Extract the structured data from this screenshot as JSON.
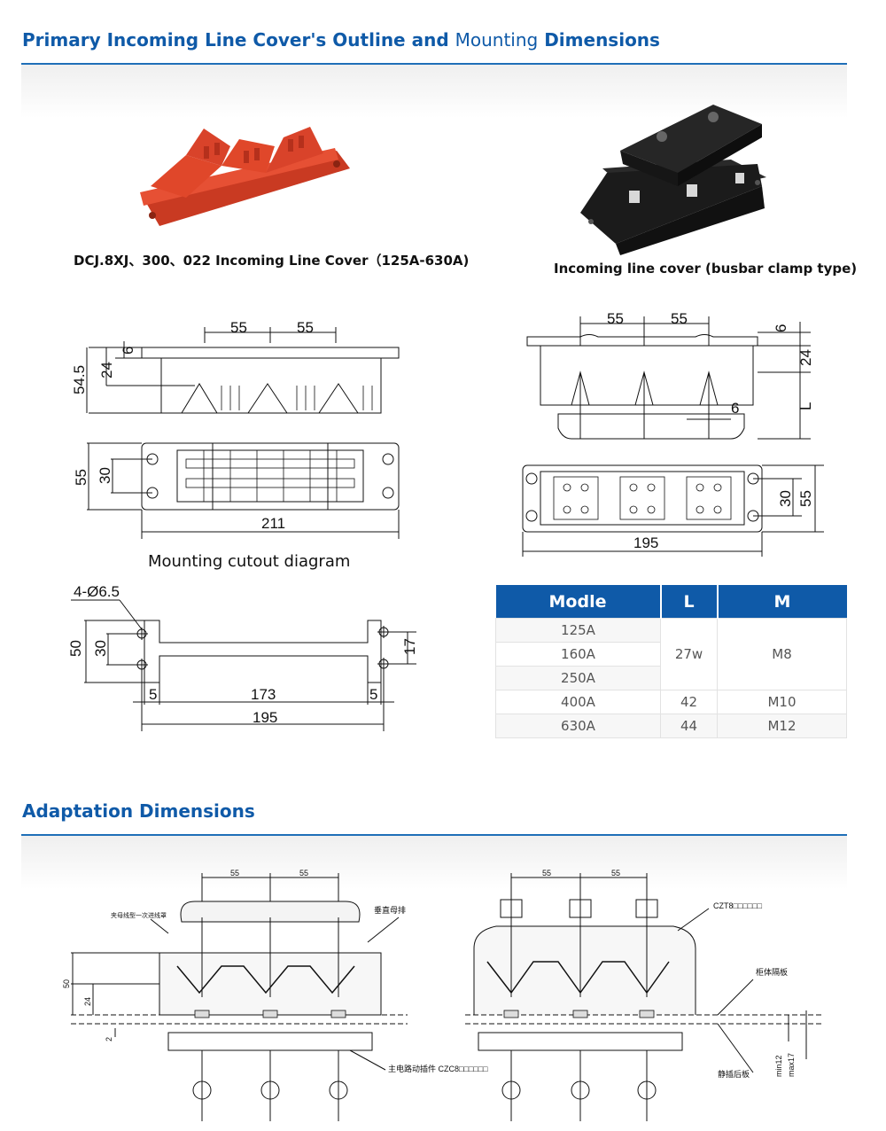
{
  "sections": {
    "outline_title_bold": "Primary Incoming Line Cover's Outline and",
    "outline_title_light": "Mounting",
    "outline_title_bold2": "Dimensions",
    "adaptation_title": "Adaptation Dimensions"
  },
  "products": {
    "red_caption": "DCJ.8XJ、300、022 Incoming Line Cover（125A-630A)",
    "black_caption": "Incoming line cover (busbar clamp type)"
  },
  "drawings": {
    "left_top": {
      "d1": "55",
      "d2": "55",
      "d_h1": "6",
      "d_h2": "24",
      "d_h3": "54.5"
    },
    "left_plan": {
      "w": "211",
      "h1": "55",
      "h2": "30"
    },
    "cutout_caption": "Mounting cutout diagram",
    "cutout": {
      "hole": "4-Ø6.5",
      "h1": "50",
      "h2": "30",
      "h3": "17",
      "s1": "5",
      "s2": "173",
      "s3": "5",
      "w": "195"
    },
    "right_top": {
      "d1": "55",
      "d2": "55",
      "d_h1": "6",
      "d_h2": "24",
      "d_L": "L",
      "d_6": "6"
    },
    "right_plan": {
      "w": "195",
      "h1": "30",
      "h2": "55"
    }
  },
  "table": {
    "headers": [
      "Modle",
      "L",
      "M"
    ],
    "rows": [
      {
        "model": "125A"
      },
      {
        "model": "160A"
      },
      {
        "model": "250A"
      },
      {
        "model": "400A",
        "L": "42",
        "M": "M10"
      },
      {
        "model": "630A",
        "L": "44",
        "M": "M12"
      }
    ],
    "merged_L": "27w",
    "merged_M": "M8"
  },
  "adaptation": {
    "left": {
      "d1": "55",
      "d2": "55",
      "h1": "50",
      "h2": "24",
      "h3": "2",
      "lbl_busbar": "垂直母排",
      "lbl_cover": "夹母线型一次进线罩",
      "lbl_plug": "主电路动插件 CZC8□□□□□□"
    },
    "right": {
      "d1": "55",
      "d2": "55",
      "lbl_czt": "CZT8□□□□□□",
      "lbl_partition": "柜体隔板",
      "lbl_back": "静插后板",
      "lbl_min": "min12",
      "lbl_max": "max17"
    }
  },
  "colors": {
    "brand": "#0f5aa8",
    "red_part": "#e0472a",
    "black_part": "#1b1b1b"
  }
}
